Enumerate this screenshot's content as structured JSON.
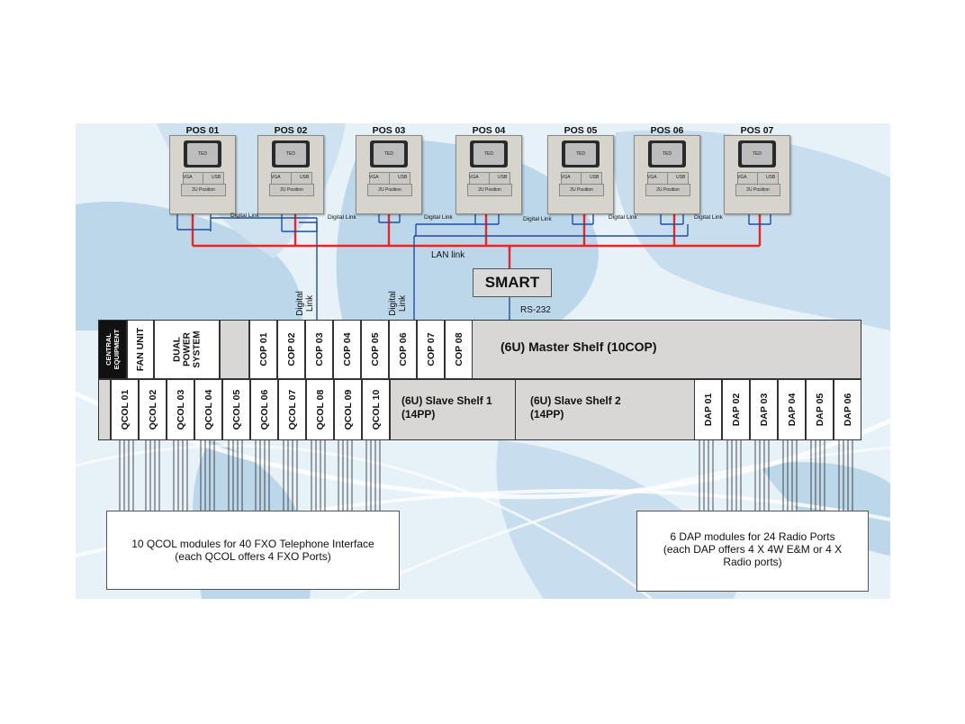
{
  "positions": [
    {
      "title": "POS 01",
      "screen": "TED",
      "vga": "VGA",
      "usb": "USB",
      "box": "2U Position"
    },
    {
      "title": "POS 02",
      "screen": "TED",
      "vga": "VGA",
      "usb": "USB",
      "box": "2U Position"
    },
    {
      "title": "POS 03",
      "screen": "TED",
      "vga": "VGA",
      "usb": "USB",
      "box": "2U Position"
    },
    {
      "title": "POS 04",
      "screen": "TED",
      "vga": "VGA",
      "usb": "USB",
      "box": "2U Position"
    },
    {
      "title": "POS 05",
      "screen": "TED",
      "vga": "VGA",
      "usb": "USB",
      "box": "2U Position"
    },
    {
      "title": "POS 06",
      "screen": "TED",
      "vga": "VGA",
      "usb": "USB",
      "box": "2U Position"
    },
    {
      "title": "POS 07",
      "screen": "TED",
      "vga": "VGA",
      "usb": "USB",
      "box": "2U Position"
    }
  ],
  "digital_link_label": "Digital Link",
  "vertical_digital_link": [
    "Digital",
    "Link"
  ],
  "lan_link_label": "LAN link",
  "smart_label": "SMART",
  "rs232_label": "RS-232",
  "master_shelf": {
    "central_equipment": [
      "CENTRAL",
      "EQUIPMENT"
    ],
    "fan_unit": "FAN UNIT",
    "dual_power": [
      "DUAL",
      "POWER",
      "SYSTEM"
    ],
    "cops": [
      "COP 01",
      "COP 02",
      "COP 03",
      "COP 04",
      "COP 05",
      "COP 06",
      "COP 07",
      "COP 08"
    ],
    "title": "(6U) Master Shelf (10COP)"
  },
  "slave_shelves": {
    "qcols": [
      "QCOL 01",
      "QCOL 02",
      "QCOL 03",
      "QCOL 04",
      "QCOL 05",
      "QCOL 06",
      "QCOL 07",
      "QCOL 08",
      "QCOL 09",
      "QCOL 10"
    ],
    "slave1": [
      "(6U) Slave Shelf 1",
      "(14PP)"
    ],
    "slave2": [
      "(6U) Slave Shelf 2",
      "(14PP)"
    ],
    "daps": [
      "DAP 01",
      "DAP 02",
      "DAP 03",
      "DAP 04",
      "DAP 05",
      "DAP 06"
    ]
  },
  "qcol_note": [
    "10 QCOL modules for 40 FXO Telephone Interface",
    "(each QCOL offers 4 FXO Ports)"
  ],
  "dap_note": [
    "6 DAP modules for 24 Radio Ports",
    "(each DAP offers 4 X 4W E&M or 4 X",
    "Radio ports)"
  ],
  "colors": {
    "lan": "#e5262b",
    "digital": "#1f4fa3",
    "map_land": "#bcd7ea",
    "map_sea": "#e6f1f8"
  }
}
